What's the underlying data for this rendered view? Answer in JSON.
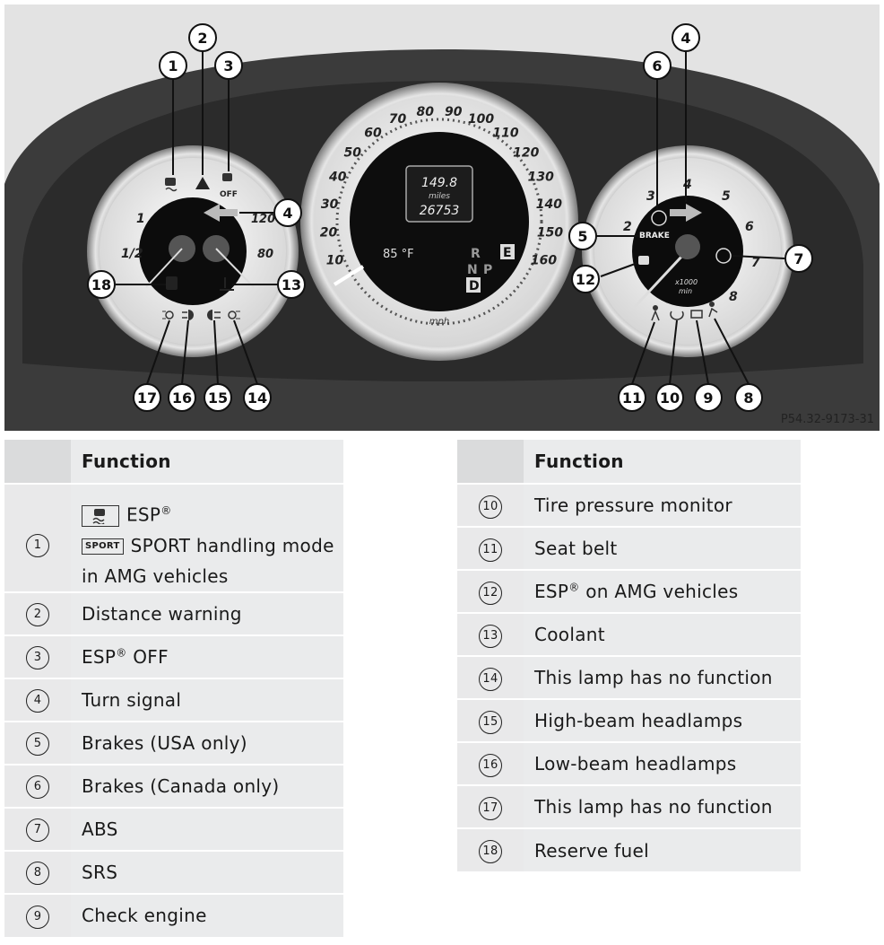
{
  "figure": {
    "reference": "P54.32-9173-31",
    "speedometer": {
      "ticks": [
        "10",
        "20",
        "30",
        "40",
        "50",
        "60",
        "70",
        "80",
        "90",
        "100",
        "110",
        "120",
        "130",
        "140",
        "150",
        "160"
      ],
      "unit": "mph",
      "odometer_trip": "149.8",
      "odometer_unit": "miles",
      "odometer_total": "26753",
      "temperature": "85 °F",
      "gear_r": "R",
      "gear_n": "N",
      "gear_p": "P",
      "gear_d": "D",
      "eco": "E"
    },
    "left_gauge": {
      "ticks": [
        "1/2",
        "1",
        "120",
        "80"
      ]
    },
    "right_gauge": {
      "ticks": [
        "2",
        "3",
        "4",
        "5",
        "6",
        "7",
        "8"
      ],
      "brake_text": "BRAKE",
      "unit_top": "x1000",
      "unit_bottom": "min",
      "esp_off_text": "OFF"
    },
    "callouts": [
      "1",
      "2",
      "3",
      "4",
      "4",
      "5",
      "6",
      "7",
      "8",
      "9",
      "10",
      "11",
      "12",
      "13",
      "14",
      "15",
      "16",
      "17",
      "18"
    ]
  },
  "left_table": {
    "header": "Function",
    "rows": [
      {
        "num": "1",
        "esp": "ESP",
        "sport_badge": "SPORT",
        "sport_text": "SPORT handling mode in AMG vehicles"
      },
      {
        "num": "2",
        "text": "Distance warning"
      },
      {
        "num": "3",
        "text": "ESP",
        "suffix": " OFF"
      },
      {
        "num": "4",
        "text": "Turn signal"
      },
      {
        "num": "5",
        "text": "Brakes (USA only)"
      },
      {
        "num": "6",
        "text": "Brakes (Canada only)"
      },
      {
        "num": "7",
        "text": "ABS"
      },
      {
        "num": "8",
        "text": "SRS"
      },
      {
        "num": "9",
        "text": "Check engine"
      }
    ]
  },
  "right_table": {
    "header": "Function",
    "rows": [
      {
        "num": "10",
        "text": "Tire pressure monitor"
      },
      {
        "num": "11",
        "text": "Seat belt"
      },
      {
        "num": "12",
        "text": "ESP",
        "suffix": " on AMG vehicles"
      },
      {
        "num": "13",
        "text": "Coolant"
      },
      {
        "num": "14",
        "text": "This lamp has no function"
      },
      {
        "num": "15",
        "text": "High-beam headlamps"
      },
      {
        "num": "16",
        "text": "Low-beam headlamps"
      },
      {
        "num": "17",
        "text": "This lamp has no function"
      },
      {
        "num": "18",
        "text": "Reserve fuel"
      }
    ]
  },
  "registered_mark": "®",
  "colors": {
    "dash_dark": "#2b2b2b",
    "gauge_face": "#f2f2f2",
    "table_bg": "#eaebec",
    "table_header": "#dadbdc"
  }
}
